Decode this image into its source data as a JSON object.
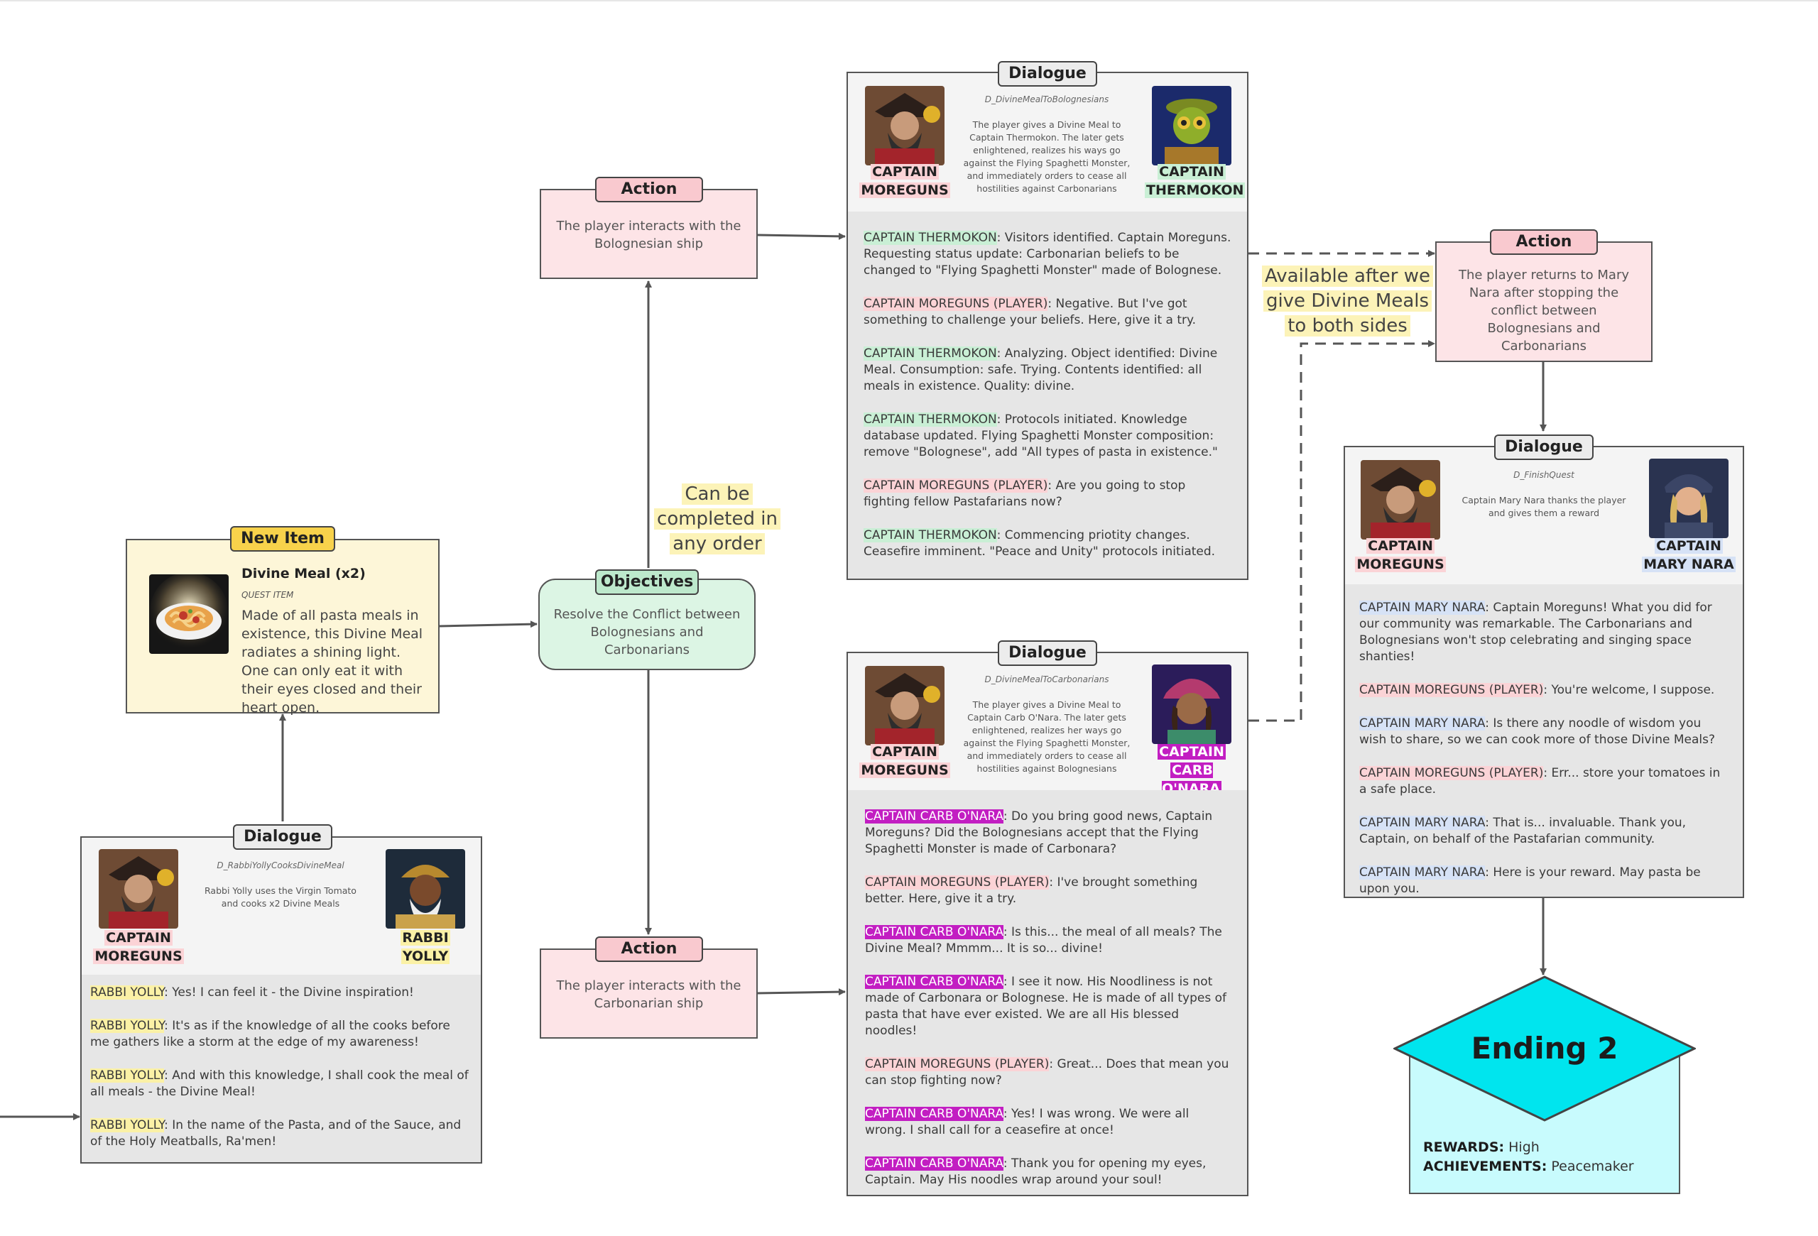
{
  "colors": {
    "action_fill": "#fde4e7",
    "dialogue_body": "#e6e6e6",
    "objective_fill": "#dcf5e4",
    "item_fill": "#fdf6d8",
    "ending_fill": "#00e5ee",
    "ending_base": "#c8fbfd",
    "player_highlight": "#fbd3d6",
    "thermokon_highlight": "#c9efd5",
    "yolly_highlight": "#fbf1a6",
    "mary_highlight": "#d6e2f6",
    "carb_highlight": "#c21ec2"
  },
  "notes": {
    "order_note": [
      "Can be",
      "completed in",
      "any order"
    ],
    "available_note": [
      "Available after we",
      "give Divine Meals",
      "to both sides"
    ]
  },
  "new_item": {
    "tag": "New Item",
    "name": "Divine Meal (x2)",
    "kind": "QUEST ITEM",
    "description": "Made of all pasta meals in existence, this Divine Meal radiates a shining light. One can only eat it with their eyes closed and their heart open.",
    "icon": "pasta-dish-icon"
  },
  "objectives": {
    "tag": "Objectives",
    "text": "Resolve the Conflict between Bolognesians and Carbonarians"
  },
  "action_bolognese": {
    "tag": "Action",
    "text": "The player interacts with the Bolognesian ship"
  },
  "action_carbonara": {
    "tag": "Action",
    "text": "The player interacts with the Carbonarian ship"
  },
  "action_return": {
    "tag": "Action",
    "text": "The player returns to Mary Nara after stopping the conflict between Bolognesians and Carbonarians"
  },
  "dialogue_yolly": {
    "tag": "Dialogue",
    "id": "D_RabbiYollyCooksDivineMeal",
    "desc": "Rabbi Yolly uses the Virgin Tomato and cooks x2 Divine Meals",
    "left_name": [
      "CAPTAIN",
      "MOREGUNS"
    ],
    "right_name": [
      "RABBI",
      "YOLLY"
    ],
    "lines": [
      {
        "speaker": "RABBI YOLLY",
        "text": ": Yes! I can feel it - the Divine inspiration!"
      },
      {
        "speaker": "RABBI YOLLY",
        "text": ": It's as if the knowledge of all the cooks before me gathers like a storm at the edge of my awareness!"
      },
      {
        "speaker": "RABBI YOLLY",
        "text": ": And with this knowledge, I shall cook the meal of all meals - the Divine Meal!"
      },
      {
        "speaker": "RABBI YOLLY",
        "text": ": In the name of the Pasta, and of the Sauce, and of the Holy Meatballs, Ra'men!"
      }
    ]
  },
  "dialogue_bolognese": {
    "tag": "Dialogue",
    "id": "D_DivineMealToBolognesians",
    "desc": "The player gives a Divine Meal to Captain Thermokon. The later gets enlightened, realizes his ways go against the Flying Spaghetti Monster, and immediately orders to cease all hostilities against Carbonarians",
    "left_name": [
      "CAPTAIN",
      "MOREGUNS"
    ],
    "right_name": [
      "CAPTAIN",
      "THERMOKON"
    ],
    "lines": [
      {
        "speaker": "CAPTAIN THERMOKON",
        "kind": "green",
        "text": ": Visitors identified. Captain Moreguns. Requesting status update: Carbonarian beliefs to be changed to \"Flying Spaghetti Monster\" made of Bolognese."
      },
      {
        "speaker": "CAPTAIN MOREGUNS (PLAYER)",
        "kind": "red",
        "text": ": Negative. But I've got something to challenge your beliefs. Here, give it a try."
      },
      {
        "speaker": "CAPTAIN THERMOKON",
        "kind": "green",
        "text": ": Analyzing. Object identified: Divine Meal. Consumption: safe. Trying. Contents identified: all meals in existence. Quality: divine."
      },
      {
        "speaker": "CAPTAIN THERMOKON",
        "kind": "green",
        "text": ": Protocols initiated. Knowledge database updated. Flying Spaghetti Monster composition: remove \"Bolognese\", add \"All types of pasta in existence.\""
      },
      {
        "speaker": "CAPTAIN MOREGUNS (PLAYER)",
        "kind": "red",
        "text": ": Are you going to stop fighting fellow Pastafarians now?"
      },
      {
        "speaker": "CAPTAIN THERMOKON",
        "kind": "green",
        "text": ": Commencing priotity changes. Ceasefire imminent. \"Peace and Unity\" protocols initiated."
      }
    ]
  },
  "dialogue_carbonara": {
    "tag": "Dialogue",
    "id": "D_DivineMealToCarbonarians",
    "desc": "The player gives a Divine Meal to Captain Carb O'Nara. The later gets enlightened, realizes her ways go against the Flying Spaghetti Monster, and immediately orders to cease all hostilities against Bolognesians",
    "left_name": [
      "CAPTAIN",
      "MOREGUNS"
    ],
    "right_name": [
      "CAPTAIN",
      "CARB O'NARA"
    ],
    "lines": [
      {
        "speaker": "CAPTAIN CARB O'NARA",
        "kind": "magenta",
        "text": ": Do you bring good news, Captain Moreguns? Did the Bolognesians accept that the Flying Spaghetti Monster is made of Carbonara?"
      },
      {
        "speaker": "CAPTAIN MOREGUNS (PLAYER)",
        "kind": "red",
        "text": ": I've brought something better. Here, give it a try."
      },
      {
        "speaker": "CAPTAIN CARB O'NARA",
        "kind": "magenta",
        "text": ": Is this... the meal of all meals? The Divine Meal? Mmmm... It is so... divine!"
      },
      {
        "speaker": "CAPTAIN CARB O'NARA",
        "kind": "magenta",
        "text": ": I see it now. His Noodliness is not made of Carbonara or Bolognese. He is made of all types of pasta that have ever existed. We are all His blessed noodles!"
      },
      {
        "speaker": "CAPTAIN MOREGUNS (PLAYER)",
        "kind": "red",
        "text": ": Great... Does that mean you can stop fighting now?"
      },
      {
        "speaker": "CAPTAIN CARB O'NARA",
        "kind": "magenta",
        "text": ": Yes! I was wrong. We were all wrong. I shall call for a ceasefire at once!"
      },
      {
        "speaker": "CAPTAIN CARB O'NARA",
        "kind": "magenta",
        "text": ": Thank you for opening my eyes, Captain. May His noodles wrap around your soul!"
      }
    ]
  },
  "dialogue_finish": {
    "tag": "Dialogue",
    "id": "D_FinishQuest",
    "desc": "Captain Mary Nara thanks the player and gives them a reward",
    "left_name": [
      "CAPTAIN",
      "MOREGUNS"
    ],
    "right_name": [
      "CAPTAIN",
      "MARY NARA"
    ],
    "lines": [
      {
        "speaker": "CAPTAIN MARY NARA",
        "kind": "blue",
        "text": ": Captain Moreguns! What you did for our community was remarkable. The Carbonarians and Bolognesians won't stop celebrating and singing space shanties!"
      },
      {
        "speaker": "CAPTAIN MOREGUNS (PLAYER)",
        "kind": "red",
        "text": ": You're welcome, I suppose."
      },
      {
        "speaker": "CAPTAIN MARY NARA",
        "kind": "blue",
        "text": ": Is there any noodle of wisdom you wish to share, so we can cook more of those Divine Meals?"
      },
      {
        "speaker": "CAPTAIN MOREGUNS (PLAYER)",
        "kind": "red",
        "text": ": Err... store your tomatoes in a safe place."
      },
      {
        "speaker": "CAPTAIN MARY NARA",
        "kind": "blue",
        "text": ": That is... invaluable. Thank you, Captain, on behalf of the Pastafarian community."
      },
      {
        "speaker": "CAPTAIN MARY NARA",
        "kind": "blue",
        "text": ": Here is your reward. May pasta be upon you."
      }
    ]
  },
  "ending": {
    "title": "Ending 2",
    "rewards_label": "REWARDS:",
    "rewards_value": " High",
    "achievements_label": "ACHIEVEMENTS:",
    "achievements_value": " Peacemaker"
  }
}
